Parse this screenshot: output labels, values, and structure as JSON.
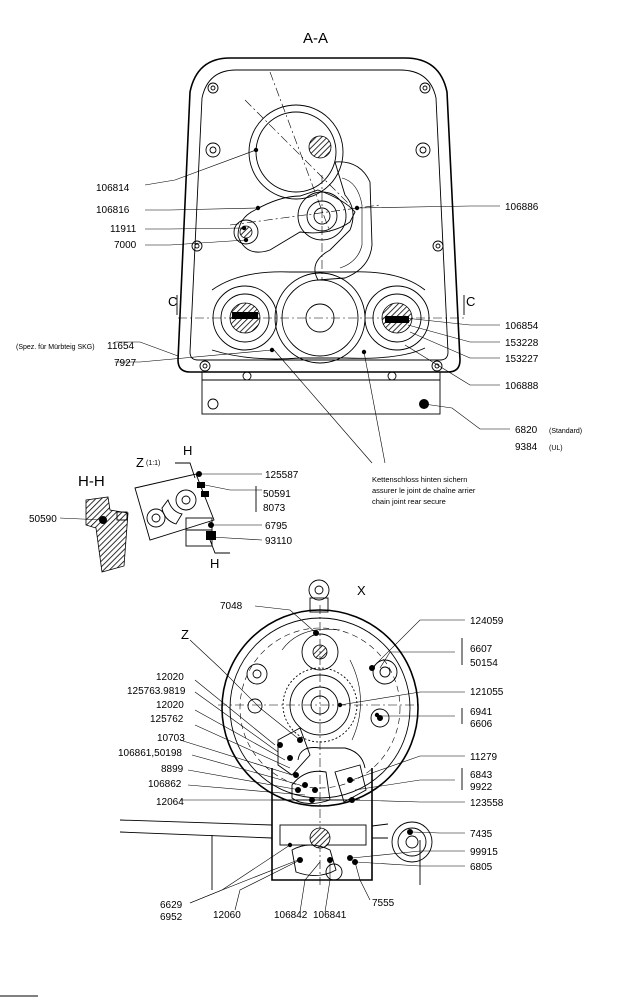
{
  "top_view": {
    "section_title": "A-A",
    "section_marker_left": "C",
    "section_marker_right": "C",
    "left_labels": [
      "106814",
      "106816",
      "11911",
      "7000",
      "11654",
      "7927"
    ],
    "left_note_prefix": "(Spez. für Mürbteig SKG)",
    "right_labels": [
      "106886",
      "106854",
      "153228",
      "153227",
      "106888",
      "6820",
      "9384"
    ],
    "right_suffix_standard": "(Standard)",
    "right_suffix_ul": "(UL)",
    "note_lines": [
      "Kettenschloss hinten sichern",
      "assurer le joint de chaîne arrier",
      "chain joint rear secure"
    ]
  },
  "detail_view": {
    "detail_title": "Z",
    "detail_scale": "(1:1)",
    "section_title": "H-H",
    "cut_marker_top": "H",
    "cut_marker_bottom": "H",
    "labels": [
      "125587",
      "50591",
      "8073",
      "6795",
      "93110",
      "50590"
    ]
  },
  "bottom_view": {
    "view_title": "X",
    "z_marker": "Z",
    "left_labels": [
      "7048",
      "12020",
      "125763.9819",
      "12020",
      "125762",
      "10703",
      "106861,50198",
      "8899",
      "106862",
      "12064",
      "6629",
      "6952",
      "12060",
      "106842",
      "106841",
      "7555"
    ],
    "right_labels": [
      "124059",
      "6607",
      "50154",
      "121055",
      "6941",
      "6606",
      "11279",
      "6843",
      "9922",
      "123558",
      "7435",
      "99915",
      "6805"
    ]
  }
}
